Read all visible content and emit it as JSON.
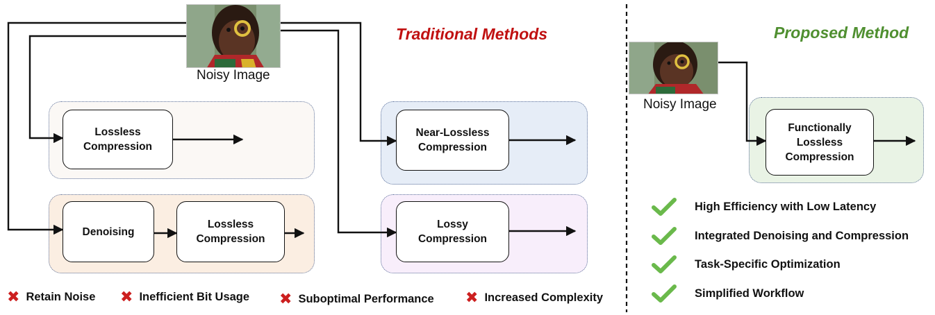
{
  "colors": {
    "traditional_title": "#c01010",
    "proposed_title": "#4f8f30",
    "lossless_group_bg": "#fbf8f5",
    "denoise_group_bg": "#fbeee2",
    "near_lossless_group_bg": "#e6edf7",
    "lossy_group_bg": "#f8eefb",
    "proposed_group_bg": "#e9f3e5",
    "check": "#6ab94b",
    "cross": "#cc1f1f"
  },
  "traditional": {
    "title": "Traditional Methods",
    "input_caption": "Noisy Image",
    "lossless_box": "Lossless\nCompression",
    "denoising_box": "Denoising",
    "denoise_lossless_box": "Lossless\nCompression",
    "near_lossless_box": "Near-Lossless\nCompression",
    "lossy_box": "Lossy\nCompression",
    "drawbacks": [
      {
        "icon": "cross-icon",
        "label": "Retain Noise"
      },
      {
        "icon": "cross-icon",
        "label": "Inefficient Bit Usage"
      },
      {
        "icon": "cross-icon",
        "label": "Suboptimal Performance"
      },
      {
        "icon": "cross-icon",
        "label": "Increased Complexity"
      }
    ]
  },
  "proposed": {
    "title": "Proposed Method",
    "input_caption": "Noisy Image",
    "box": "Functionally\nLossless\nCompression",
    "benefits": [
      {
        "icon": "check-icon",
        "label": "High Efficiency with Low Latency"
      },
      {
        "icon": "check-icon",
        "label": "Integrated Denoising and Compression"
      },
      {
        "icon": "check-icon",
        "label": "Task-Specific Optimization"
      },
      {
        "icon": "check-icon",
        "label": "Simplified Workflow"
      }
    ]
  }
}
